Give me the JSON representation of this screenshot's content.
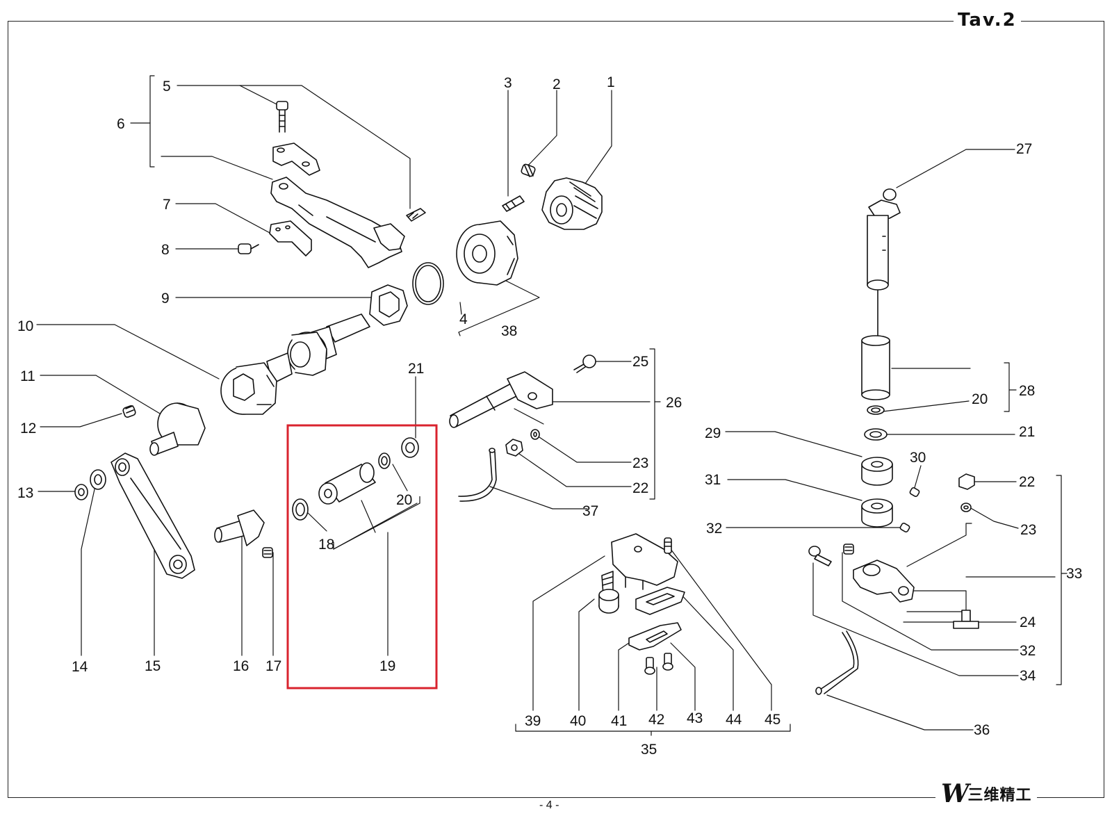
{
  "sheet": {
    "table_id": "Tav.2",
    "page_number": "- 4 -",
    "brand_text": "三维精工",
    "brand_logo": "W"
  },
  "callouts": [
    "1",
    "2",
    "3",
    "4",
    "5",
    "6",
    "7",
    "8",
    "9",
    "10",
    "11",
    "12",
    "13",
    "14",
    "15",
    "16",
    "17",
    "18",
    "19",
    "20",
    "20",
    "21",
    "21",
    "22",
    "22",
    "23",
    "23",
    "24",
    "25",
    "26",
    "27",
    "28",
    "29",
    "30",
    "31",
    "32",
    "32",
    "33",
    "34",
    "35",
    "36",
    "37",
    "38",
    "39",
    "40",
    "41",
    "42",
    "43",
    "44",
    "45"
  ],
  "highlight": {
    "color": "#d9232e",
    "parts": [
      "18",
      "19",
      "20",
      "21"
    ]
  },
  "colors": {
    "line": "#111111",
    "highlight": "#d9232e"
  }
}
